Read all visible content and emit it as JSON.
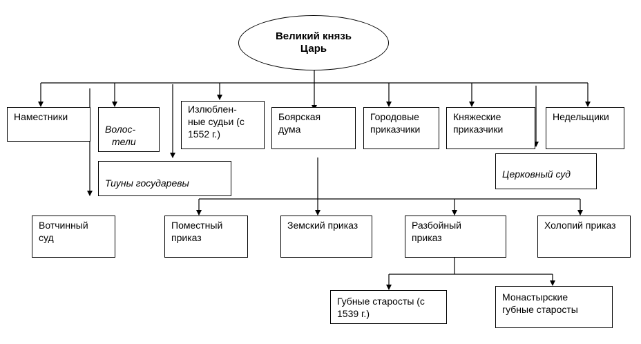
{
  "head": {
    "line1": "Великий князь",
    "line2": "Царь"
  },
  "row1": {
    "namestniki": "Наместники",
    "volosteli_1": "Волос-",
    "volosteli_2": "тели",
    "izlyublennye_1": "Излюблен-",
    "izlyublennye_2": "ные судьи  (с",
    "izlyublennye_3": "1552 г.)",
    "boyarskaya_1": "Боярская",
    "boyarskaya_2": "дума",
    "gorodovye_1": "Городовые",
    "gorodovye_2": "приказчики",
    "knyazheskie_1": "Княжеские",
    "knyazheskie_2": "приказчики",
    "nedelshchiki": "Недельщики"
  },
  "row2": {
    "tiuny": "Тиуны государевы",
    "tserkovny": "Церковный суд"
  },
  "row3": {
    "votchinny_1": "Вотчинный",
    "votchinny_2": "суд",
    "pomestny_1": "Поместный",
    "pomestny_2": "приказ",
    "zemsky": "Земский приказ",
    "razboiny_1": "Разбойный",
    "razboiny_2": "приказ",
    "kholopy": "Холопий приказ"
  },
  "row4": {
    "gubnye_1": "Губные старосты (с",
    "gubnye_2": "1539 г.)",
    "monastyrskie_1": "Монастырские",
    "monastyrskie_2": "губные старосты"
  }
}
